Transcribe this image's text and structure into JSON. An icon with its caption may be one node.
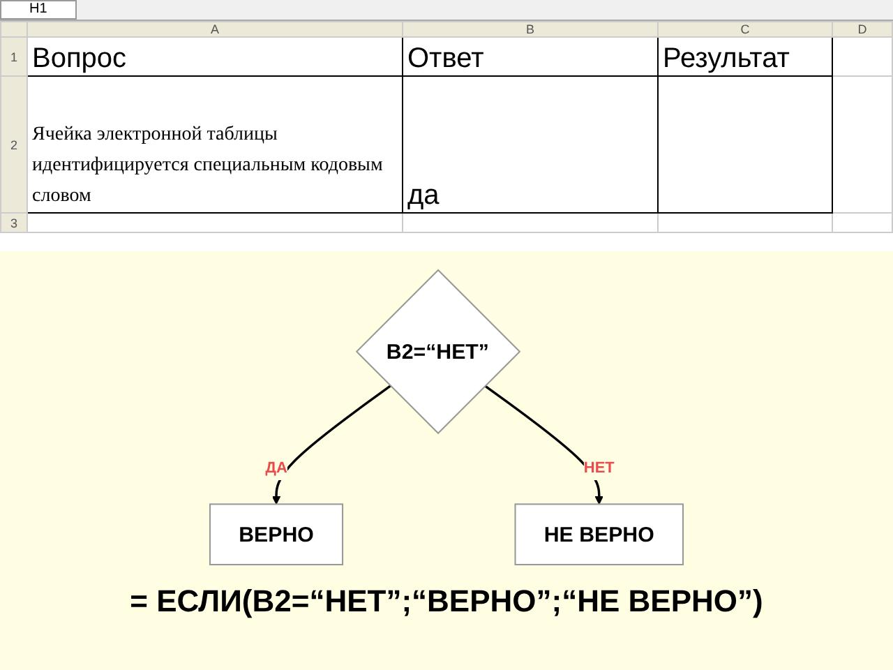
{
  "diagram": {
    "nodes": [
      {
        "text": [
          "B2=“НЕТ”"
        ]
      },
      {
        "text": [
          "ВЕРНО"
        ]
      },
      {
        "text": [
          "НЕ ВЕРНО"
        ]
      }
    ],
    "edges": [
      {
        "from": 0,
        "to": 1,
        "arrow": "to",
        "label": "ДА"
      },
      {
        "from": 0,
        "to": 2,
        "arrow": "to",
        "label": "НЕТ"
      }
    ],
    "labels": [
      "H1",
      "A",
      "B",
      "C",
      "D",
      "1",
      "Вопрос",
      "Ответ",
      "Результат",
      "2",
      "Ячейка электронной таблицы идентифицируется специальным кодовым словом",
      "да",
      "3",
      "= ЕСЛИ(B2=“НЕТ”;“ВЕРНО”;“НЕ ВЕРНО”)"
    ]
  }
}
